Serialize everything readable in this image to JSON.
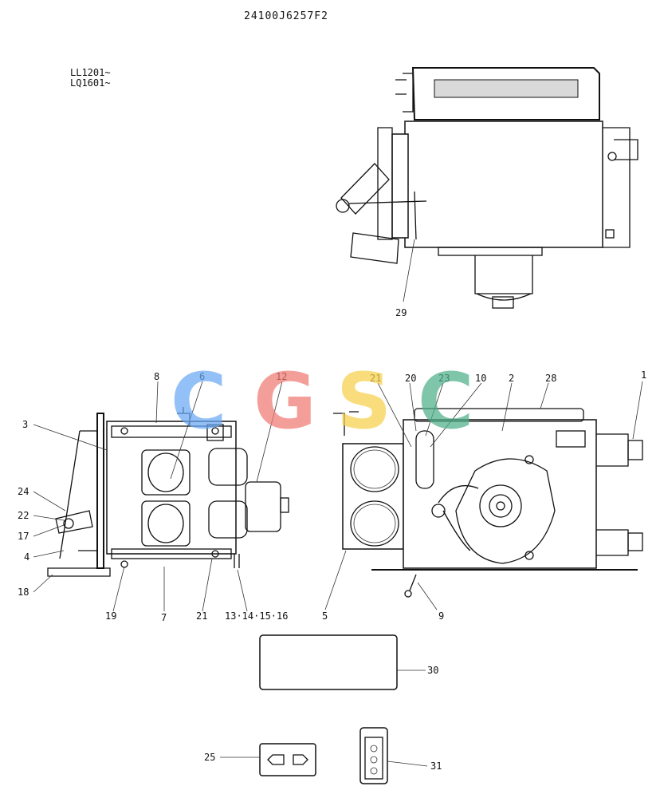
{
  "header": {
    "drawing_number": "24100J6257F2"
  },
  "serials": [
    "LL1201~",
    "LQ1601~"
  ],
  "watermark": {
    "letters": [
      "C",
      "G",
      "S",
      "C"
    ],
    "colors": [
      "#6aa8f5",
      "#f07a73",
      "#f7d04a",
      "#4fb08a"
    ]
  },
  "callouts": {
    "top_view": [
      "29"
    ],
    "left_view": [
      "8",
      "6",
      "12",
      "3",
      "24",
      "22",
      "17",
      "4",
      "18",
      "19",
      "7",
      "21",
      "13·14·15·16"
    ],
    "right_view": [
      "21",
      "20",
      "23",
      "10",
      "2",
      "28",
      "1",
      "5",
      "9"
    ],
    "accessories": [
      "30",
      "25",
      "31"
    ]
  }
}
